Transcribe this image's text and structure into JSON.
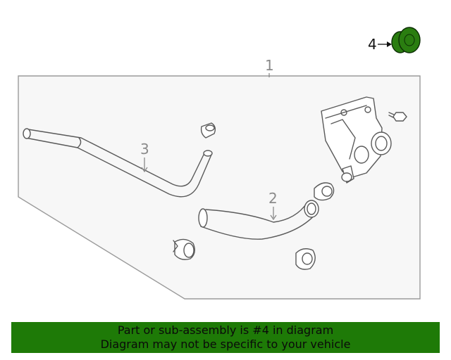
{
  "diagram": {
    "callouts": {
      "assembly": "1",
      "lower_hose": "2",
      "upper_hose": "3",
      "cap": "4"
    },
    "highlight_color": "#2a7d10"
  },
  "banner": {
    "line1": "Part or sub-assembly is #4 in diagram",
    "line2": "Diagram may not be specific to your vehicle",
    "background": "#1e7a07"
  }
}
